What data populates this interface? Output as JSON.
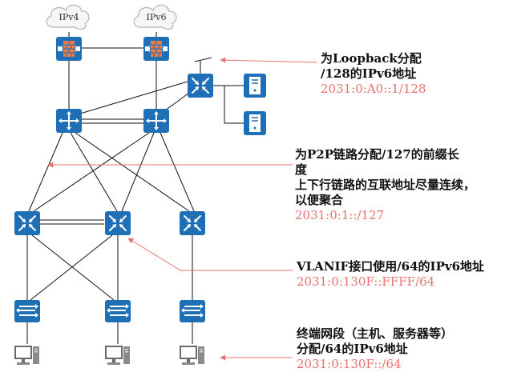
{
  "clouds": [
    {
      "id": "ipv4",
      "label": "IPv4"
    },
    {
      "id": "ipv6",
      "label": "IPv6"
    }
  ],
  "annotations": {
    "loopback": {
      "lines": [
        "为Loopback分配",
        "/128的IPv6地址"
      ],
      "address": "2031:0:A0::1/128"
    },
    "p2p": {
      "lines": [
        "为P2P链路分配/127的前缀长",
        "度",
        "上下行链路的互联地址尽量连续，",
        "以便聚合"
      ],
      "address": "2031:0:1::/127"
    },
    "vlanif": {
      "lines": [
        "VLANIF接口使用/64的IPv6地址"
      ],
      "address": "2031:0:130F::FFFF/64"
    },
    "terminal": {
      "lines": [
        "终端网段（主机、服务器等）",
        "分配/64的IPv6地址"
      ],
      "address": "2031:0:130F::/64"
    }
  },
  "colors": {
    "device_blue": "#1e6fb5",
    "arrow_red": "#e8716d",
    "address_red": "#e8716d",
    "firewall_orange": "#f07a45"
  },
  "icons": [
    "cloud-icon",
    "firewall-icon",
    "core-router-icon",
    "aggregation-switch-icon",
    "access-switch-icon",
    "server-icon",
    "pc-icon"
  ]
}
